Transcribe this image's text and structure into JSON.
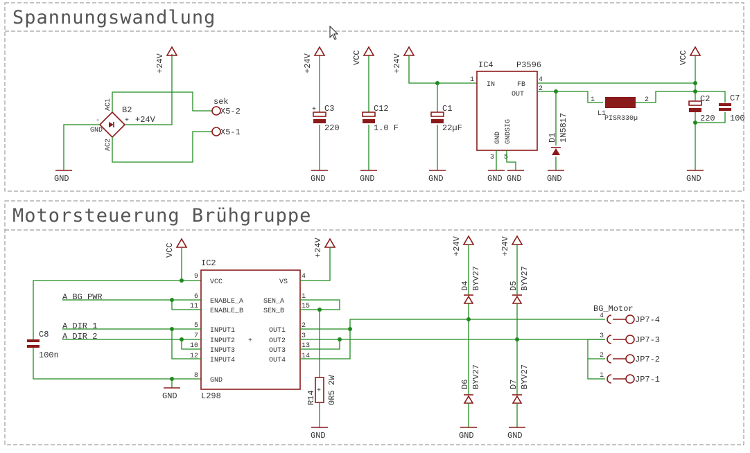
{
  "sections": [
    {
      "title": "Spannungswandlung"
    },
    {
      "title": "Motorsteuerung Brühgruppe"
    }
  ],
  "labels": {
    "gnd": "GND",
    "vcc": "VCC",
    "p24": "+24V",
    "sek": "sek",
    "x52": "X5-2",
    "x51": "X5-1",
    "b2": "B2",
    "b2_p24": "+24V",
    "b2_ac1": "AC1",
    "b2_ac2": "AC2",
    "b2_gnd": "GND",
    "b2_plus": "+",
    "b2_minus": "-",
    "c3": "C3",
    "c3v": "220",
    "c12": "C12",
    "c12v": "1.0 F",
    "c1": "C1",
    "c1v": "22µF",
    "ic4": "IC4",
    "p3596": "P3596",
    "ic4_in": "IN",
    "ic4_fb": "FB",
    "ic4_out": "OUT",
    "ic4_gnd": "GND",
    "ic4_gndsig": "GNDSIG",
    "ic4_p1": "1",
    "ic4_p4": "4",
    "ic4_p2": "2",
    "ic4_p3": "3",
    "ic4_p5": "5",
    "d1": "D1",
    "d1v": "1N5817",
    "l1": "L1",
    "l1v": "PISR330µ",
    "l1_p1": "1",
    "l1_p2": "2",
    "c2": "C2",
    "c2v": "220",
    "c7": "C7",
    "c7v": "100",
    "ic2": "IC2",
    "l298": "L298",
    "ic2_vcc": "VCC",
    "ic2_vs": "VS",
    "ic2_ena": "ENABLE_A",
    "ic2_enb": "ENABLE_B",
    "ic2_sena": "SEN_A",
    "ic2_senb": "SEN_B",
    "ic2_in1": "INPUT1",
    "ic2_in2": "INPUT2",
    "ic2_in3": "INPUT3",
    "ic2_in4": "INPUT4",
    "ic2_out1": "OUT1",
    "ic2_out2": "OUT2",
    "ic2_out3": "OUT3",
    "ic2_out4": "OUT4",
    "ic2_gnd": "GND",
    "ic2_p9": "9",
    "ic2_p6": "6",
    "ic2_p11": "11",
    "ic2_p5": "5",
    "ic2_p7": "7",
    "ic2_p10": "10",
    "ic2_p12": "12",
    "ic2_p8": "8",
    "ic2_p4": "4",
    "ic2_p1": "1",
    "ic2_p15": "15",
    "ic2_p2": "2",
    "ic2_p3": "3",
    "ic2_p13": "13",
    "ic2_p14": "14",
    "a_bg_pwr": "A_BG_PWR",
    "a_dir_1": "A_DIR_1",
    "a_dir_2": "A_DIR_2",
    "c8": "C8",
    "c8v": "100n",
    "r14": "R14",
    "r14v": "0R5 2W",
    "d4": "D4",
    "d5": "D5",
    "d6": "D6",
    "d7": "D7",
    "byv27": "BYV27",
    "bg_motor": "BG_Motor",
    "jp74": "JP7-4",
    "jp73": "JP7-3",
    "jp72": "JP7-2",
    "jp71": "JP7-1",
    "jp_p4": "4",
    "jp_p3": "3",
    "jp_p2": "2",
    "jp_p1": "1"
  }
}
